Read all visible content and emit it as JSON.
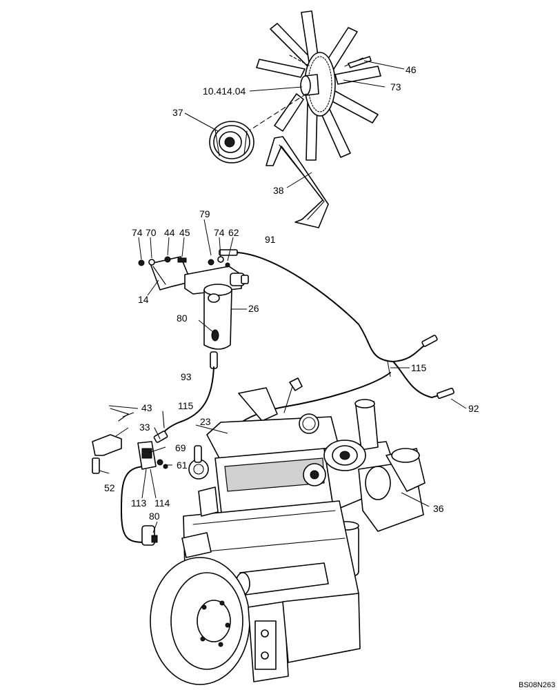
{
  "chart_data": {
    "type": "diagram",
    "labels": [
      "46",
      "73",
      "10.414.04",
      "37",
      "38",
      "79",
      "74",
      "70",
      "44",
      "45",
      "74",
      "62",
      "91",
      "14",
      "26",
      "80",
      "93",
      "115",
      "92",
      "43",
      "115",
      "33",
      "23",
      "69",
      "61",
      "52",
      "113",
      "114",
      "80",
      "36"
    ],
    "footer": "BS08N263"
  }
}
